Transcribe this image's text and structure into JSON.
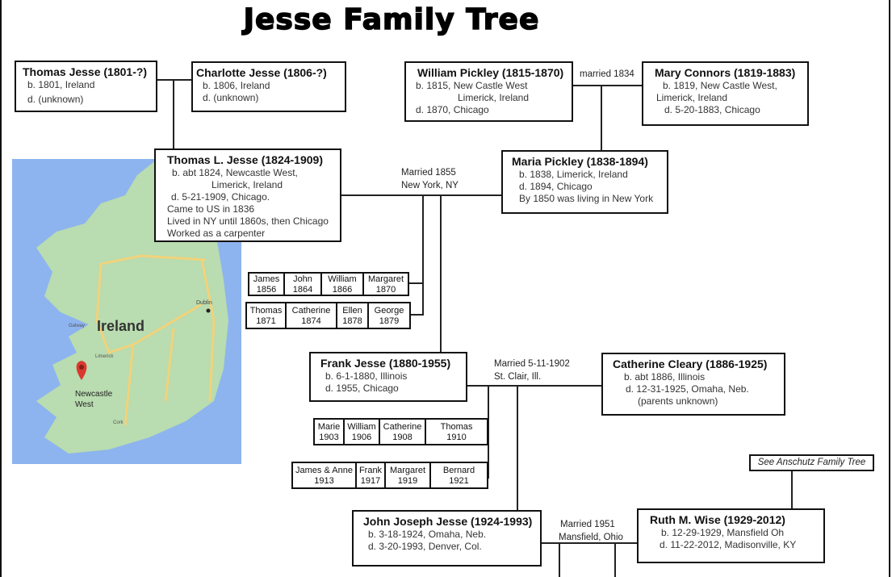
{
  "title": "Jesse Family Tree",
  "persons": [
    {
      "name": "Thomas Jesse (1801-?)",
      "lines": [
        "b. 1801, Ireland",
        "d. (unknown)"
      ]
    },
    {
      "name": "Charlotte Jesse (1806-?)",
      "lines": [
        "b. 1806, Ireland",
        "d. (unknown)"
      ]
    },
    {
      "name": "Thomas L. Jesse (1824-1909)",
      "lines": [
        "b. abt 1824, Newcastle West,",
        "Limerick, Ireland",
        "d. 5-21-1909, Chicago.",
        "Came to US in 1836",
        "Lived in NY until 1860s, then Chicago",
        "Worked as a carpenter"
      ]
    },
    {
      "name": "William Pickley (1815-1870)",
      "lines": [
        "b. 1815, New Castle West",
        "Limerick, Ireland",
        "d. 1870, Chicago"
      ]
    },
    {
      "name": "Mary Connors (1819-1883)",
      "lines": [
        "b. 1819, New Castle West,",
        "Limerick, Ireland",
        "d. 5-20-1883, Chicago"
      ]
    },
    {
      "name": "Maria Pickley (1838-1894)",
      "lines": [
        "b. 1838, Limerick, Ireland",
        "d. 1894, Chicago",
        "By 1850 was living in New York"
      ]
    },
    {
      "name": "Frank Jesse (1880-1955)",
      "lines": [
        "b. 6-1-1880, Illinois",
        "d. 1955, Chicago"
      ]
    },
    {
      "name": "Catherine Cleary (1886-1925)",
      "lines": [
        "b. abt 1886, Illinois",
        "d. 12-31-1925, Omaha, Neb.",
        "(parents unknown)"
      ]
    },
    {
      "name": "John Joseph Jesse (1924-1993)",
      "lines": [
        "b. 3-18-1924, Omaha, Neb.",
        "d. 3-20-1993, Denver, Col."
      ]
    },
    {
      "name": "Ruth M. Wise (1929-2012)",
      "lines": [
        "b. 12-29-1929, Mansfield Oh",
        "d. 11-22-2012, Madisonville, KY"
      ]
    }
  ],
  "marriages": [
    {
      "lines": [
        "married 1834"
      ]
    },
    {
      "lines": [
        "Married 1855",
        "New York, NY"
      ]
    },
    {
      "lines": [
        "Married 5-11-1902",
        "St. Clair, Ill."
      ]
    },
    {
      "lines": [
        "Married 1951",
        "Mansfield, Ohio"
      ]
    }
  ],
  "children": [
    [
      {
        "n": "James",
        "y": "1856"
      },
      {
        "n": "John",
        "y": "1864"
      },
      {
        "n": "William",
        "y": "1866"
      },
      {
        "n": "Margaret",
        "y": "1870"
      }
    ],
    [
      {
        "n": "Thomas",
        "y": "1871"
      },
      {
        "n": "Catherine",
        "y": "1874"
      },
      {
        "n": "Ellen",
        "y": "1878"
      },
      {
        "n": "George",
        "y": "1879"
      }
    ],
    [
      {
        "n": "Marie",
        "y": "1903"
      },
      {
        "n": "William",
        "y": "1906"
      },
      {
        "n": "Catherine",
        "y": "1908"
      },
      {
        "n": "Thomas",
        "y": "1910"
      }
    ],
    [
      {
        "n": "James & Anne",
        "y": "1913"
      },
      {
        "n": "Frank",
        "y": "1917"
      },
      {
        "n": "Margaret",
        "y": "1919"
      },
      {
        "n": "Bernard",
        "y": "1921"
      }
    ]
  ],
  "reference": "See Anschutz Family Tree",
  "map": {
    "country": "Ireland",
    "pin_label_1": "Newcastle",
    "pin_label_2": "West",
    "cities": [
      "Dublin",
      "Galway",
      "Limerick",
      "Cork"
    ],
    "pin_color": "#d93a2f",
    "sea_color": "#8db4ee",
    "land_color": "#b9dcb0"
  }
}
